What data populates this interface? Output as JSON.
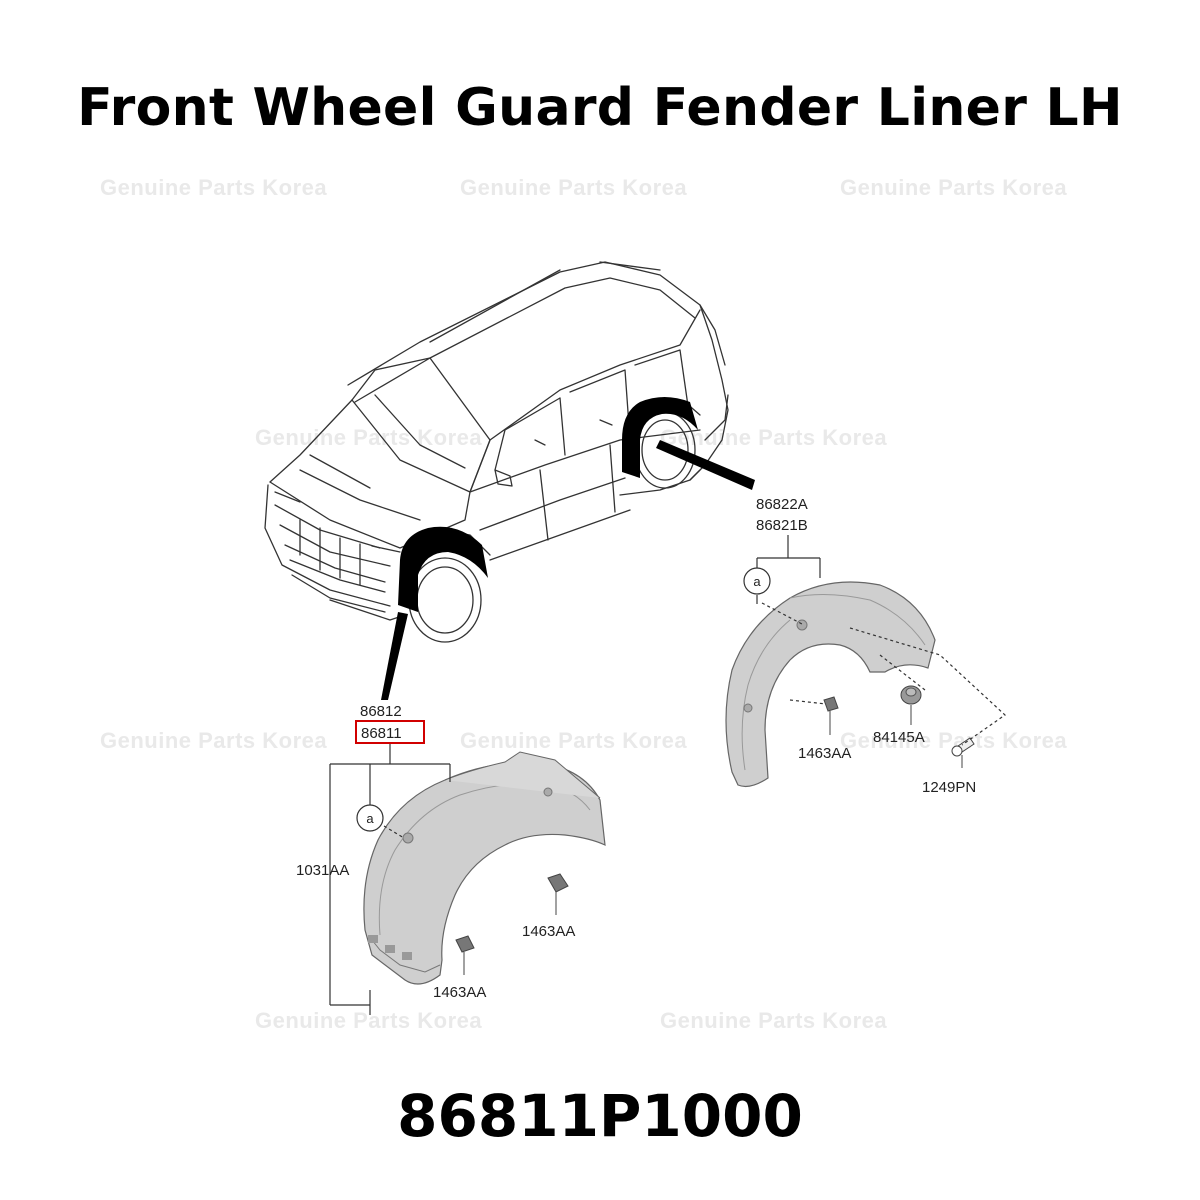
{
  "title": "Front Wheel Guard Fender Liner LH",
  "part_number": "86811P1000",
  "watermark": "Genuine Parts Korea",
  "highlight_color": "#d10000",
  "front_assembly": {
    "part_upper": "86812",
    "part_selected": "86811",
    "clip_left": "1031AA",
    "clip_mid": "1463AA",
    "clip_low": "1463AA",
    "callout": "a"
  },
  "rear_assembly": {
    "part_upper": "86822A",
    "part_lower": "86821B",
    "clip": "1463AA",
    "nut": "84145A",
    "screw": "1249PN",
    "callout": "a"
  }
}
